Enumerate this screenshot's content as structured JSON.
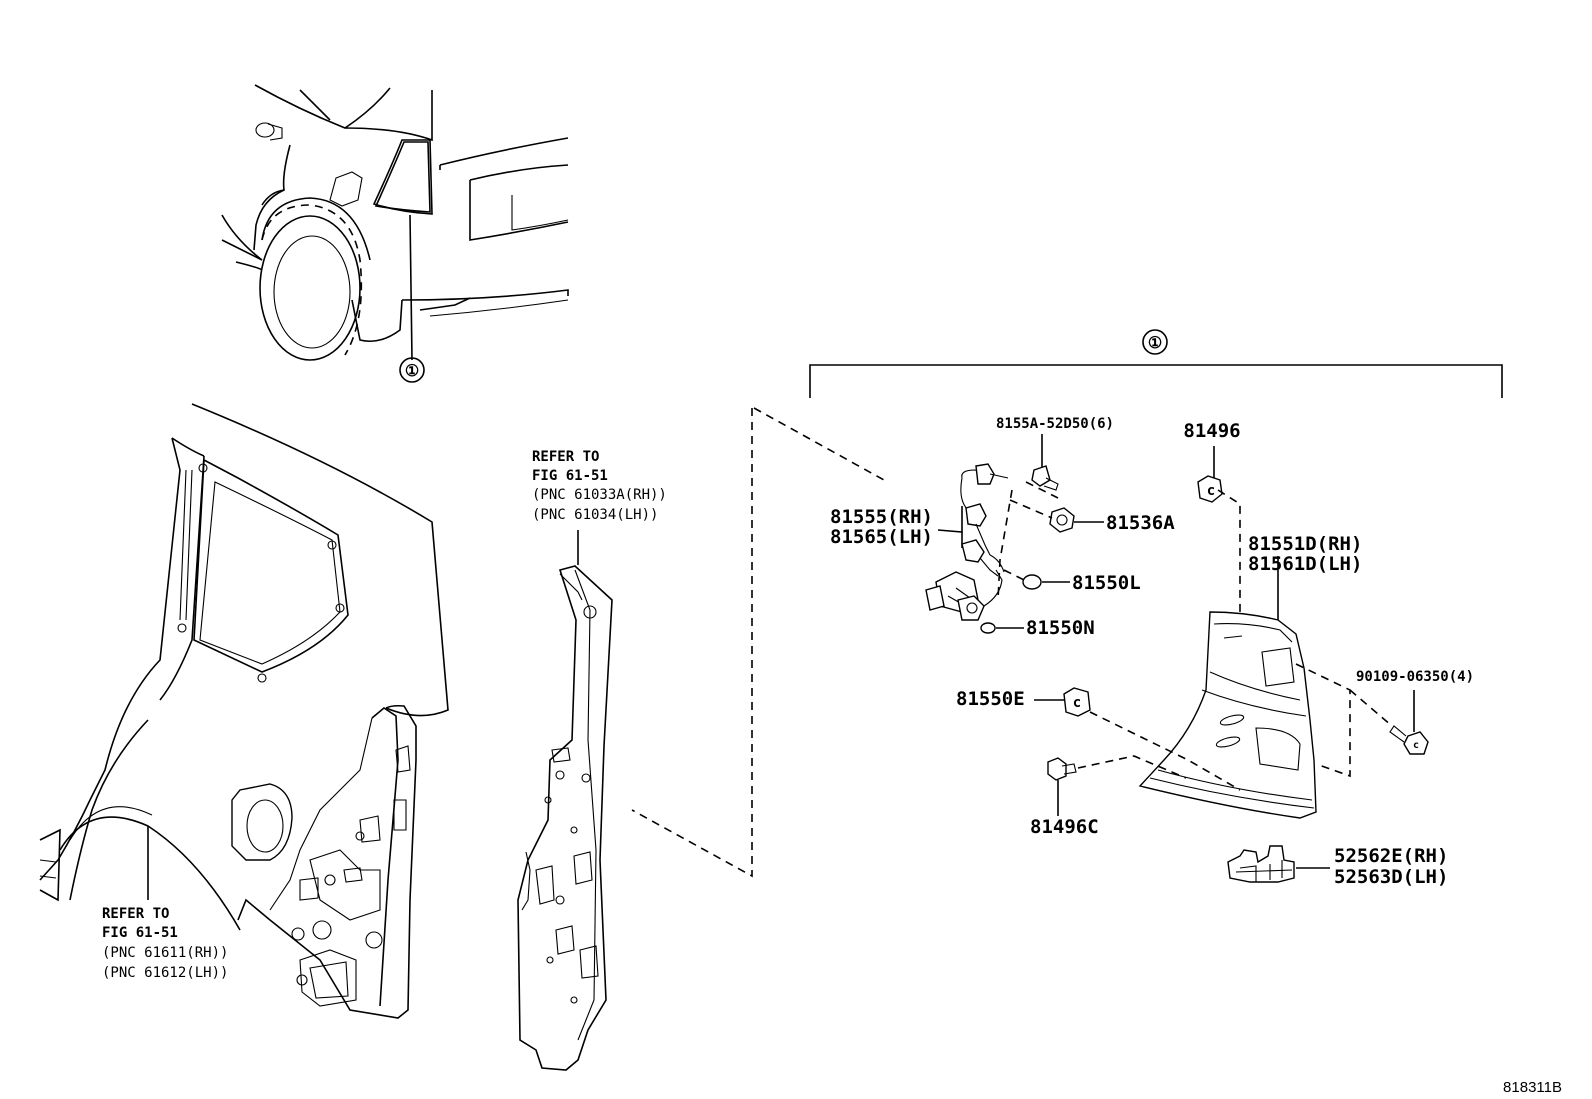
{
  "diagram_code": "818311B",
  "callouts": {
    "assembly_marker": "①",
    "vehicle_marker": "①",
    "bracket_marker": "①"
  },
  "references": {
    "quarter_panel": {
      "line1": "REFER TO",
      "line2": "FIG 61-51",
      "line3": "(PNC 61611(RH))",
      "line4": "(PNC 61612(LH))"
    },
    "pillar": {
      "line1": "REFER TO",
      "line2": "FIG 61-51",
      "line3": "(PNC 61033A(RH))",
      "line4": "(PNC 61034(LH))"
    }
  },
  "parts": {
    "screw_6": "8155A-52D50(6)",
    "clip_top": "81496",
    "socket_rh": "81555(RH)",
    "socket_lh": "81565(LH)",
    "nut": "81536A",
    "lamp_rh": "81551D(RH)",
    "lamp_lh": "81561D(LH)",
    "bulb_l": "81550L",
    "bulb_n": "81550N",
    "screw_4": "90109-06350(4)",
    "clip_e": "81550E",
    "clip_c": "81496C",
    "bracket_rh": "52562E(RH)",
    "bracket_lh": "52563D(LH)"
  }
}
